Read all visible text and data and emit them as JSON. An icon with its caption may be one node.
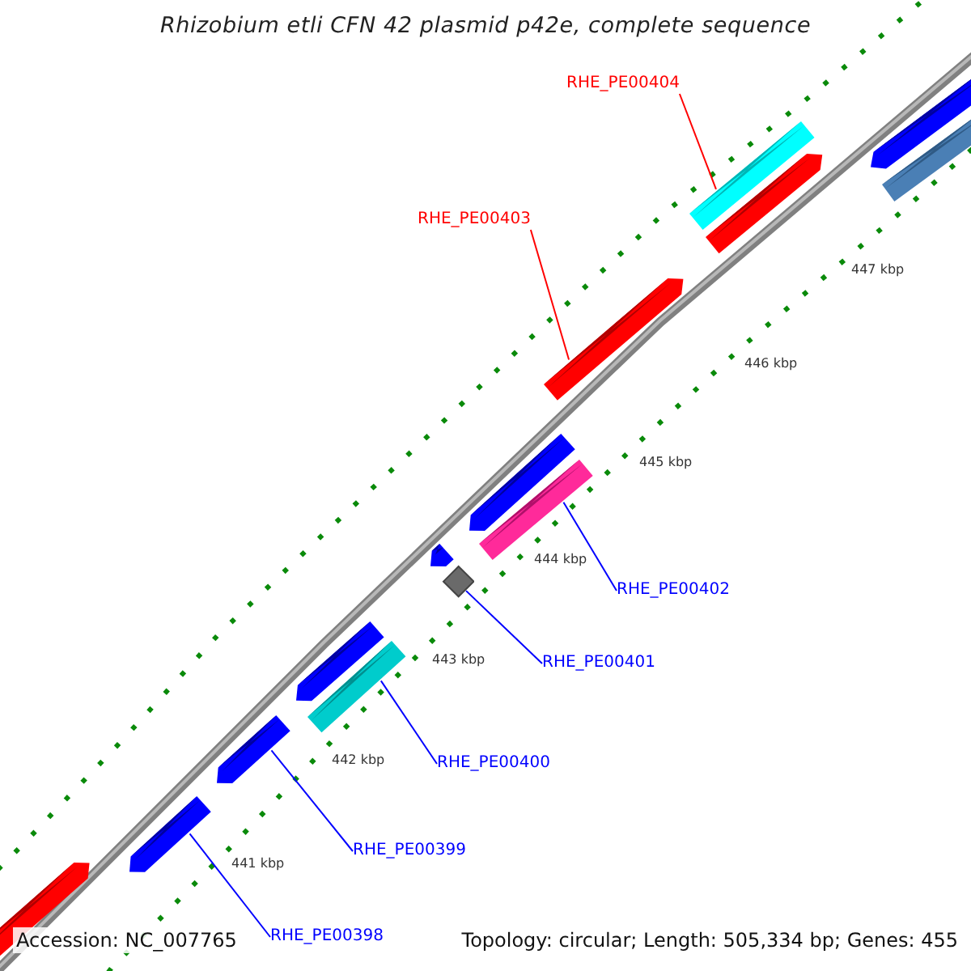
{
  "diagram": {
    "title": "Rhizobium etli CFN 42 plasmid p42e, complete sequence",
    "nodes": [
      {
        "text": [
          "RHE_PE00404"
        ]
      },
      {
        "text": [
          "RHE_PE00403"
        ]
      },
      {
        "text": [
          "RHE_PE00402"
        ]
      },
      {
        "text": [
          "RHE_PE00401"
        ]
      },
      {
        "text": [
          "RHE_PE00400"
        ]
      },
      {
        "text": [
          "RHE_PE00399"
        ]
      },
      {
        "text": [
          "RHE_PE00398"
        ]
      },
      {
        "text": [],
        "shape": "bar"
      },
      {
        "text": [],
        "shape": "bar"
      },
      {
        "text": [],
        "shape": "bar"
      },
      {
        "text": [],
        "shape": "diamond"
      },
      {
        "text": [],
        "shape": "bar"
      },
      {
        "text": [],
        "shape": "bar"
      },
      {
        "text": [],
        "shape": "bar"
      },
      {
        "text": [],
        "shape": "bar"
      },
      {
        "text": [],
        "shape": "bar"
      },
      {
        "text": [],
        "shape": "bar"
      },
      {
        "text": [],
        "shape": "bar"
      },
      {
        "text": [],
        "shape": "bar"
      },
      {
        "text": [],
        "shape": "bar"
      },
      {
        "text": [],
        "shape": "bar"
      }
    ],
    "edges": [
      {
        "from": 0,
        "to": 7,
        "arrow": "none",
        "color": "#ff0000"
      },
      {
        "from": 1,
        "to": 8,
        "arrow": "none",
        "color": "#ff0000"
      },
      {
        "from": 2,
        "to": 9,
        "arrow": "none"
      },
      {
        "from": 3,
        "to": 10,
        "arrow": "none"
      },
      {
        "from": 4,
        "to": 11,
        "arrow": "none"
      },
      {
        "from": 5,
        "to": 12,
        "arrow": "none"
      },
      {
        "from": 6,
        "to": 13,
        "arrow": "none"
      }
    ],
    "labels": [
      "447 kbp",
      "446 kbp",
      "445 kbp",
      "444 kbp",
      "443 kbp",
      "442 kbp",
      "441 kbp",
      "Accession: NC_007765",
      "Topology: circular; Length: 505,334 bp; Genes: 455"
    ]
  }
}
